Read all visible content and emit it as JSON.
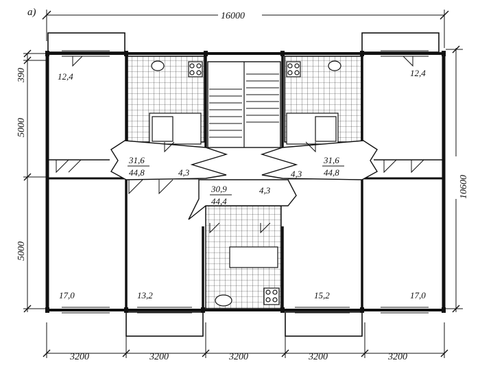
{
  "figure_label": "а)",
  "dimensions": {
    "total_width": "16000",
    "total_depth": "10600",
    "left_segments": [
      "390",
      "5000",
      "5000"
    ],
    "bottom_segments": [
      "3200",
      "3200",
      "3200",
      "3200",
      "3200"
    ]
  },
  "room_areas": {
    "top_left_room": "12,4",
    "top_right_room": "12,4",
    "bottom_left_room": "17,0",
    "bottom_center_left_room": "13,2",
    "bottom_center_right_room": "15,2",
    "bottom_right_room": "17,0",
    "hall_left": "4,3",
    "hall_right": "4,3",
    "hall_center": "4,3"
  },
  "apartments": {
    "left": {
      "living": "31,6",
      "total": "44,8"
    },
    "right": {
      "living": "31,6",
      "total": "44,8"
    },
    "center": {
      "living": "30,9",
      "total": "44,4"
    }
  }
}
